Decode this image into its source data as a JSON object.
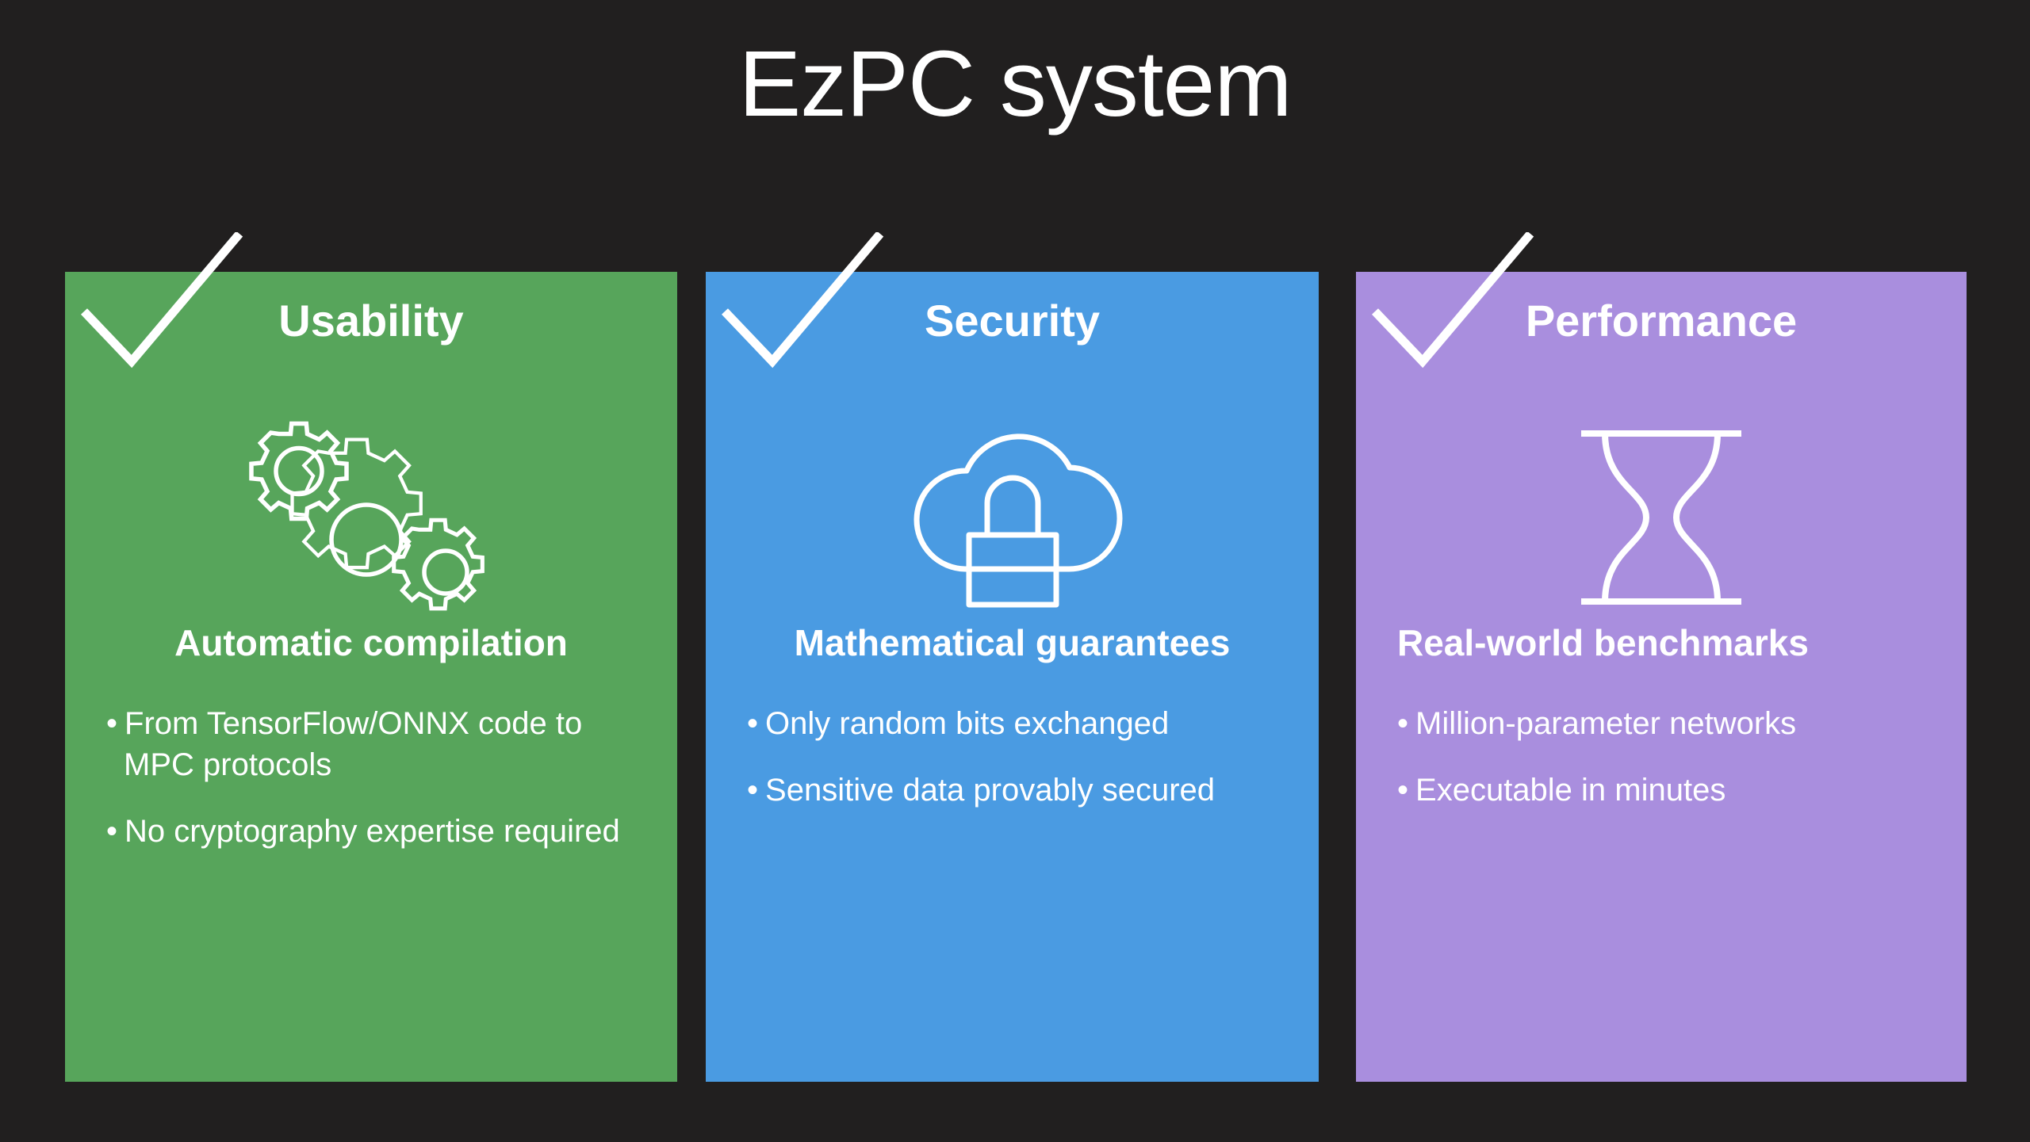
{
  "slide": {
    "title": "EzPC system",
    "background_color": "#211f1f",
    "text_color": "#ffffff"
  },
  "cards": [
    {
      "id": "usability",
      "heading": "Usability",
      "accent_color": "#57a55b",
      "icon": "gears-icon",
      "check_icon": "check-mark-icon",
      "subtitle": "Automatic compilation",
      "bullets": [
        "From TensorFlow/ONNX code to MPC protocols",
        "No cryptography expertise required"
      ],
      "bullet_marker": "•"
    },
    {
      "id": "security",
      "heading": "Security",
      "accent_color": "#4a9be2",
      "icon": "cloud-lock-icon",
      "check_icon": "check-mark-icon",
      "subtitle": "Mathematical guarantees",
      "bullets": [
        "Only random bits exchanged",
        "Sensitive data provably secured"
      ],
      "bullet_marker": "•"
    },
    {
      "id": "performance",
      "heading": "Performance",
      "accent_color": "#a98ede",
      "icon": "hourglass-icon",
      "check_icon": "check-mark-icon",
      "subtitle": "Real-world benchmarks",
      "bullets": [
        "Million-parameter networks",
        "Executable in minutes"
      ],
      "bullet_marker": "•"
    }
  ]
}
